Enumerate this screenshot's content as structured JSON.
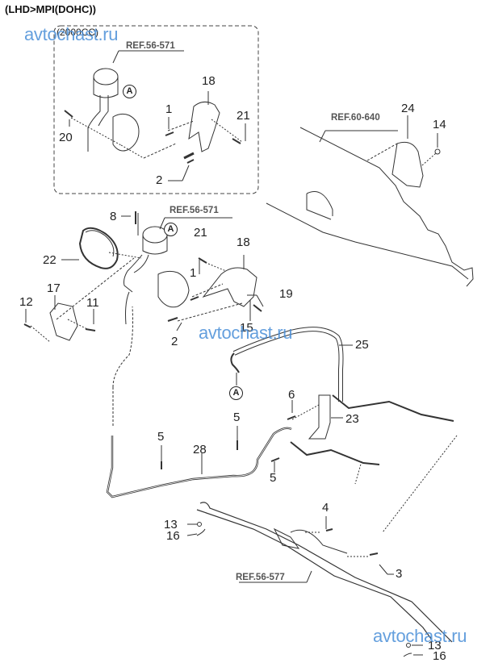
{
  "title": "(LHD>MPI(DOHC))",
  "variant_label": "(2000CC)",
  "watermark": "avtochast.ru",
  "references": {
    "ref_56_571_top": "REF.56-571",
    "ref_60_640": "REF.60-640",
    "ref_56_571_main": "REF.56-571",
    "ref_56_577": "REF.56-577"
  },
  "connector_marker": "A",
  "part_labels": {
    "p1_inset": "1",
    "p2_inset": "2",
    "p18_inset": "18",
    "p20": "20",
    "p21_inset": "21",
    "p24": "24",
    "p14": "14",
    "p8": "8",
    "p22": "22",
    "p21": "21",
    "p18": "18",
    "p1": "1",
    "p2": "2",
    "p17": "17",
    "p12": "12",
    "p11": "11",
    "p19": "19",
    "p15": "15",
    "p25": "25",
    "p6": "6",
    "p23": "23",
    "p5_a": "5",
    "p5_b": "5",
    "p5_c": "5",
    "p28": "28",
    "p4": "4",
    "p3": "3",
    "p13_a": "13",
    "p16_a": "16",
    "p13_b": "13",
    "p16_b": "16"
  }
}
